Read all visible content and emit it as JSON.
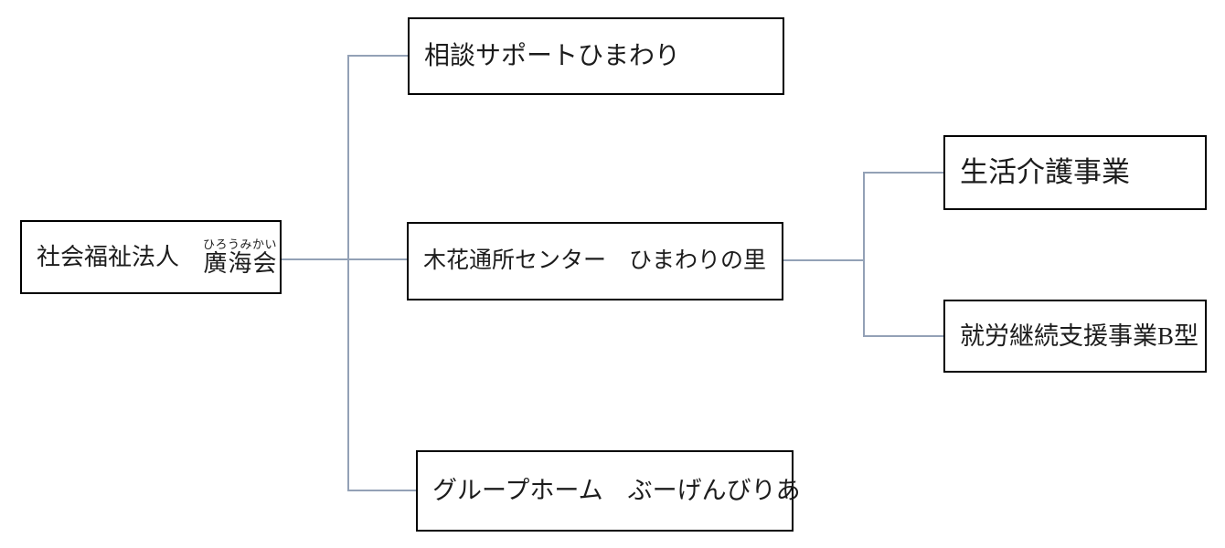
{
  "org_chart": {
    "root": {
      "prefix": "社会福祉法人",
      "space": "　",
      "name": "廣海会",
      "furigana": "ひろうみかい"
    },
    "branches": [
      {
        "label": "相談サポートひまわり"
      },
      {
        "label": "木花通所センター　ひまわりの里"
      },
      {
        "label": "グループホーム　ぶーげんびりあ"
      }
    ],
    "sub_branches": [
      {
        "label": "生活介護事業"
      },
      {
        "label": "就労継続支援事業B型"
      }
    ],
    "colors": {
      "connector": "#93a1b6",
      "border": "#000000",
      "text": "#1c1c1c",
      "background": "#ffffff"
    }
  }
}
